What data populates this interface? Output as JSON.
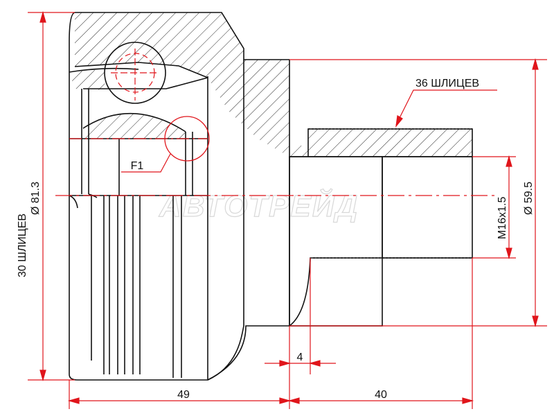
{
  "labels": {
    "splines_36": "36 ШЛИЦЕВ",
    "splines_30": "30 ШЛИЦЕВ",
    "dia_81": "Ø 81.3",
    "dia_59": "Ø 59.5",
    "thread": "M16x1.5",
    "f1": "F1",
    "dim_49": "49",
    "dim_40": "40",
    "dim_4": "4"
  },
  "watermark": "АВТОТРЕЙД",
  "colors": {
    "line": "#111111",
    "dimension": "#e0151b",
    "hatch": "#111111",
    "watermark": "#d8d8d8"
  }
}
